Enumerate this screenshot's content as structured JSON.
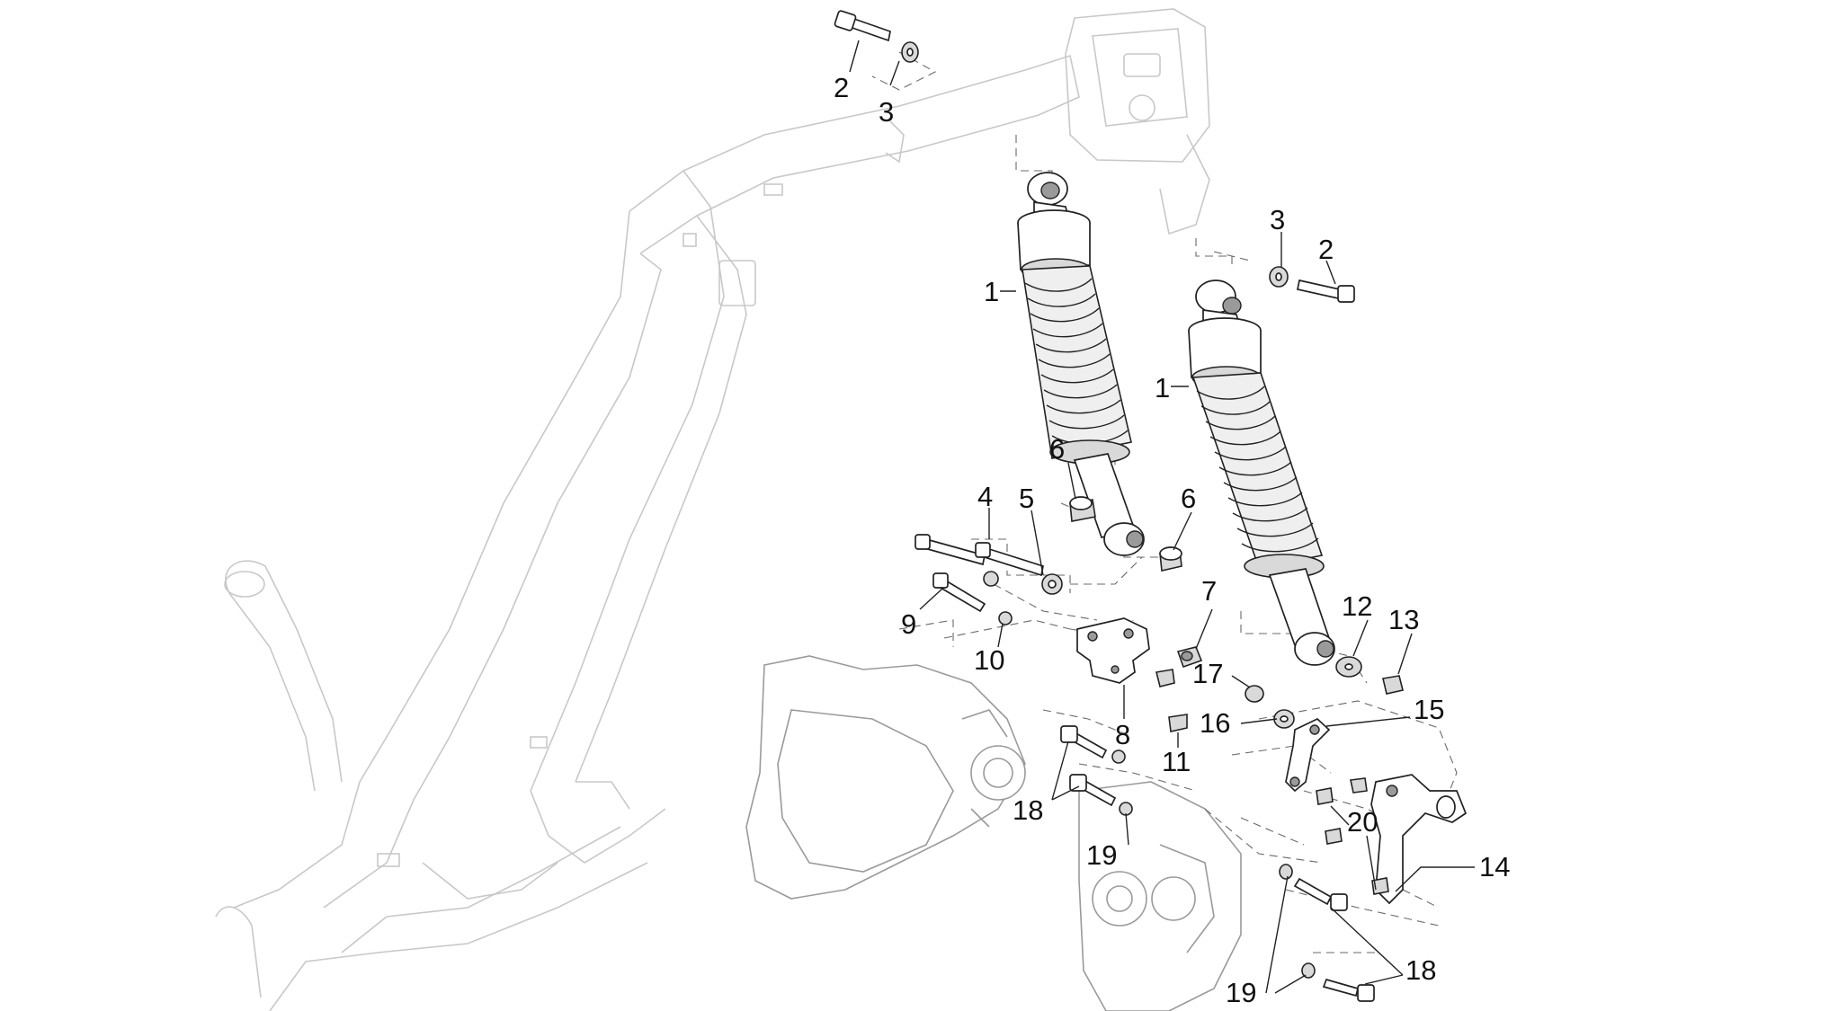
{
  "diagram": {
    "labels": [
      {
        "key": "a",
        "text": "2"
      },
      {
        "key": "b",
        "text": "3"
      },
      {
        "key": "c",
        "text": "3"
      },
      {
        "key": "d",
        "text": "2"
      },
      {
        "key": "e",
        "text": "1"
      },
      {
        "key": "f",
        "text": "1"
      },
      {
        "key": "g",
        "text": "6"
      },
      {
        "key": "h",
        "text": "4"
      },
      {
        "key": "i",
        "text": "5"
      },
      {
        "key": "j",
        "text": "6"
      },
      {
        "key": "k",
        "text": "7"
      },
      {
        "key": "l",
        "text": "9"
      },
      {
        "key": "m",
        "text": "10"
      },
      {
        "key": "n",
        "text": "12"
      },
      {
        "key": "o",
        "text": "13"
      },
      {
        "key": "p",
        "text": "17"
      },
      {
        "key": "q",
        "text": "15"
      },
      {
        "key": "r",
        "text": "16"
      },
      {
        "key": "s",
        "text": "8"
      },
      {
        "key": "t",
        "text": "11"
      },
      {
        "key": "u",
        "text": "18"
      },
      {
        "key": "v",
        "text": "20"
      },
      {
        "key": "w",
        "text": "19"
      },
      {
        "key": "x",
        "text": "14"
      },
      {
        "key": "y",
        "text": "18"
      },
      {
        "key": "z",
        "text": "19"
      }
    ],
    "colors": {
      "ink": "#111111",
      "frame": "#c8c8c8",
      "chrome": "#d9d9d9",
      "background": "#ffffff"
    }
  }
}
